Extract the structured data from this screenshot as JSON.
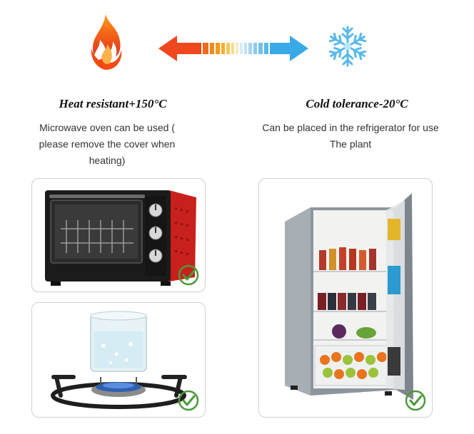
{
  "heat": {
    "title": "Heat resistant+150°C",
    "description": "Microwave oven can be used ( please remove the cover when heating)"
  },
  "cold": {
    "title": "Cold tolerance-20°C",
    "description": "Can be placed in the refrigerator for use The plant"
  },
  "icons": {
    "heat": "flame-icon",
    "cold": "snowflake-icon",
    "arrow": "double-arrow-icon",
    "check": "check-circle-icon"
  },
  "colors": {
    "flame": "#f04a12",
    "arrow_warm": "#f0471f",
    "arrow_cold": "#3aa9e8",
    "snow": "#58b8ea",
    "check": "#4a9a3a",
    "oven_red": "#c8201c"
  }
}
